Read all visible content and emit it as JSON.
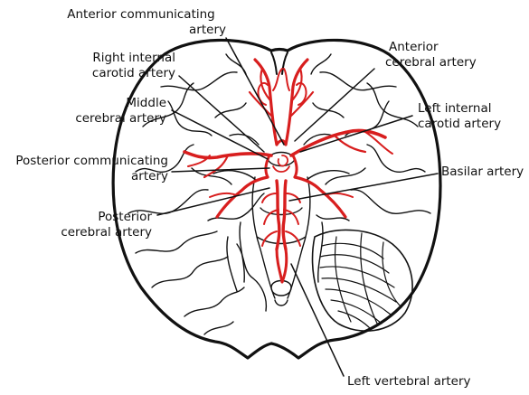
{
  "diagram": {
    "subject": "Arteries of the brain (inferior view)",
    "colors": {
      "artery": "#d81e1e",
      "outline": "#111111",
      "background": "#ffffff"
    },
    "labels": {
      "anterior_communicating": [
        "Anterior communicating",
        "artery"
      ],
      "right_internal_carotid": [
        "Right internal",
        "carotid artery"
      ],
      "middle_cerebral": [
        "Middle",
        "cerebral artery"
      ],
      "posterior_communicating": [
        "Posterior communicating",
        "artery"
      ],
      "posterior_cerebral": [
        "Posterior",
        "cerebral artery"
      ],
      "anterior_cerebral": [
        "Anterior",
        "cerebral artery"
      ],
      "left_internal_carotid": [
        "Left internal",
        "carotid artery"
      ],
      "basilar": [
        "Basilar artery"
      ],
      "left_vertebral": [
        "Left vertebral artery"
      ]
    }
  }
}
